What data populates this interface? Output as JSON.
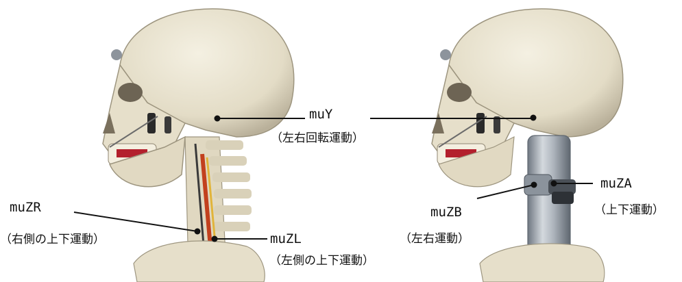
{
  "labels": {
    "muY": {
      "name": "muY",
      "desc": "（左右回転運動）"
    },
    "muZR": {
      "name": "muZR",
      "desc": "（右側の上下運動）"
    },
    "muZL": {
      "name": "muZL",
      "desc": "（左側の上下運動）"
    },
    "muZB": {
      "name": "muZB",
      "desc": "（左右運動）"
    },
    "muZA": {
      "name": "muZA",
      "desc": "（上下運動）"
    }
  },
  "colors": {
    "bone": "#e8e2cf",
    "bone_shadow": "#b9b09a",
    "cylinder": "#b8bec6",
    "cylinder_dark": "#7d858f",
    "muscle_red": "#c2401e",
    "muscle_yellow": "#e1b43a",
    "line": "#111111"
  }
}
